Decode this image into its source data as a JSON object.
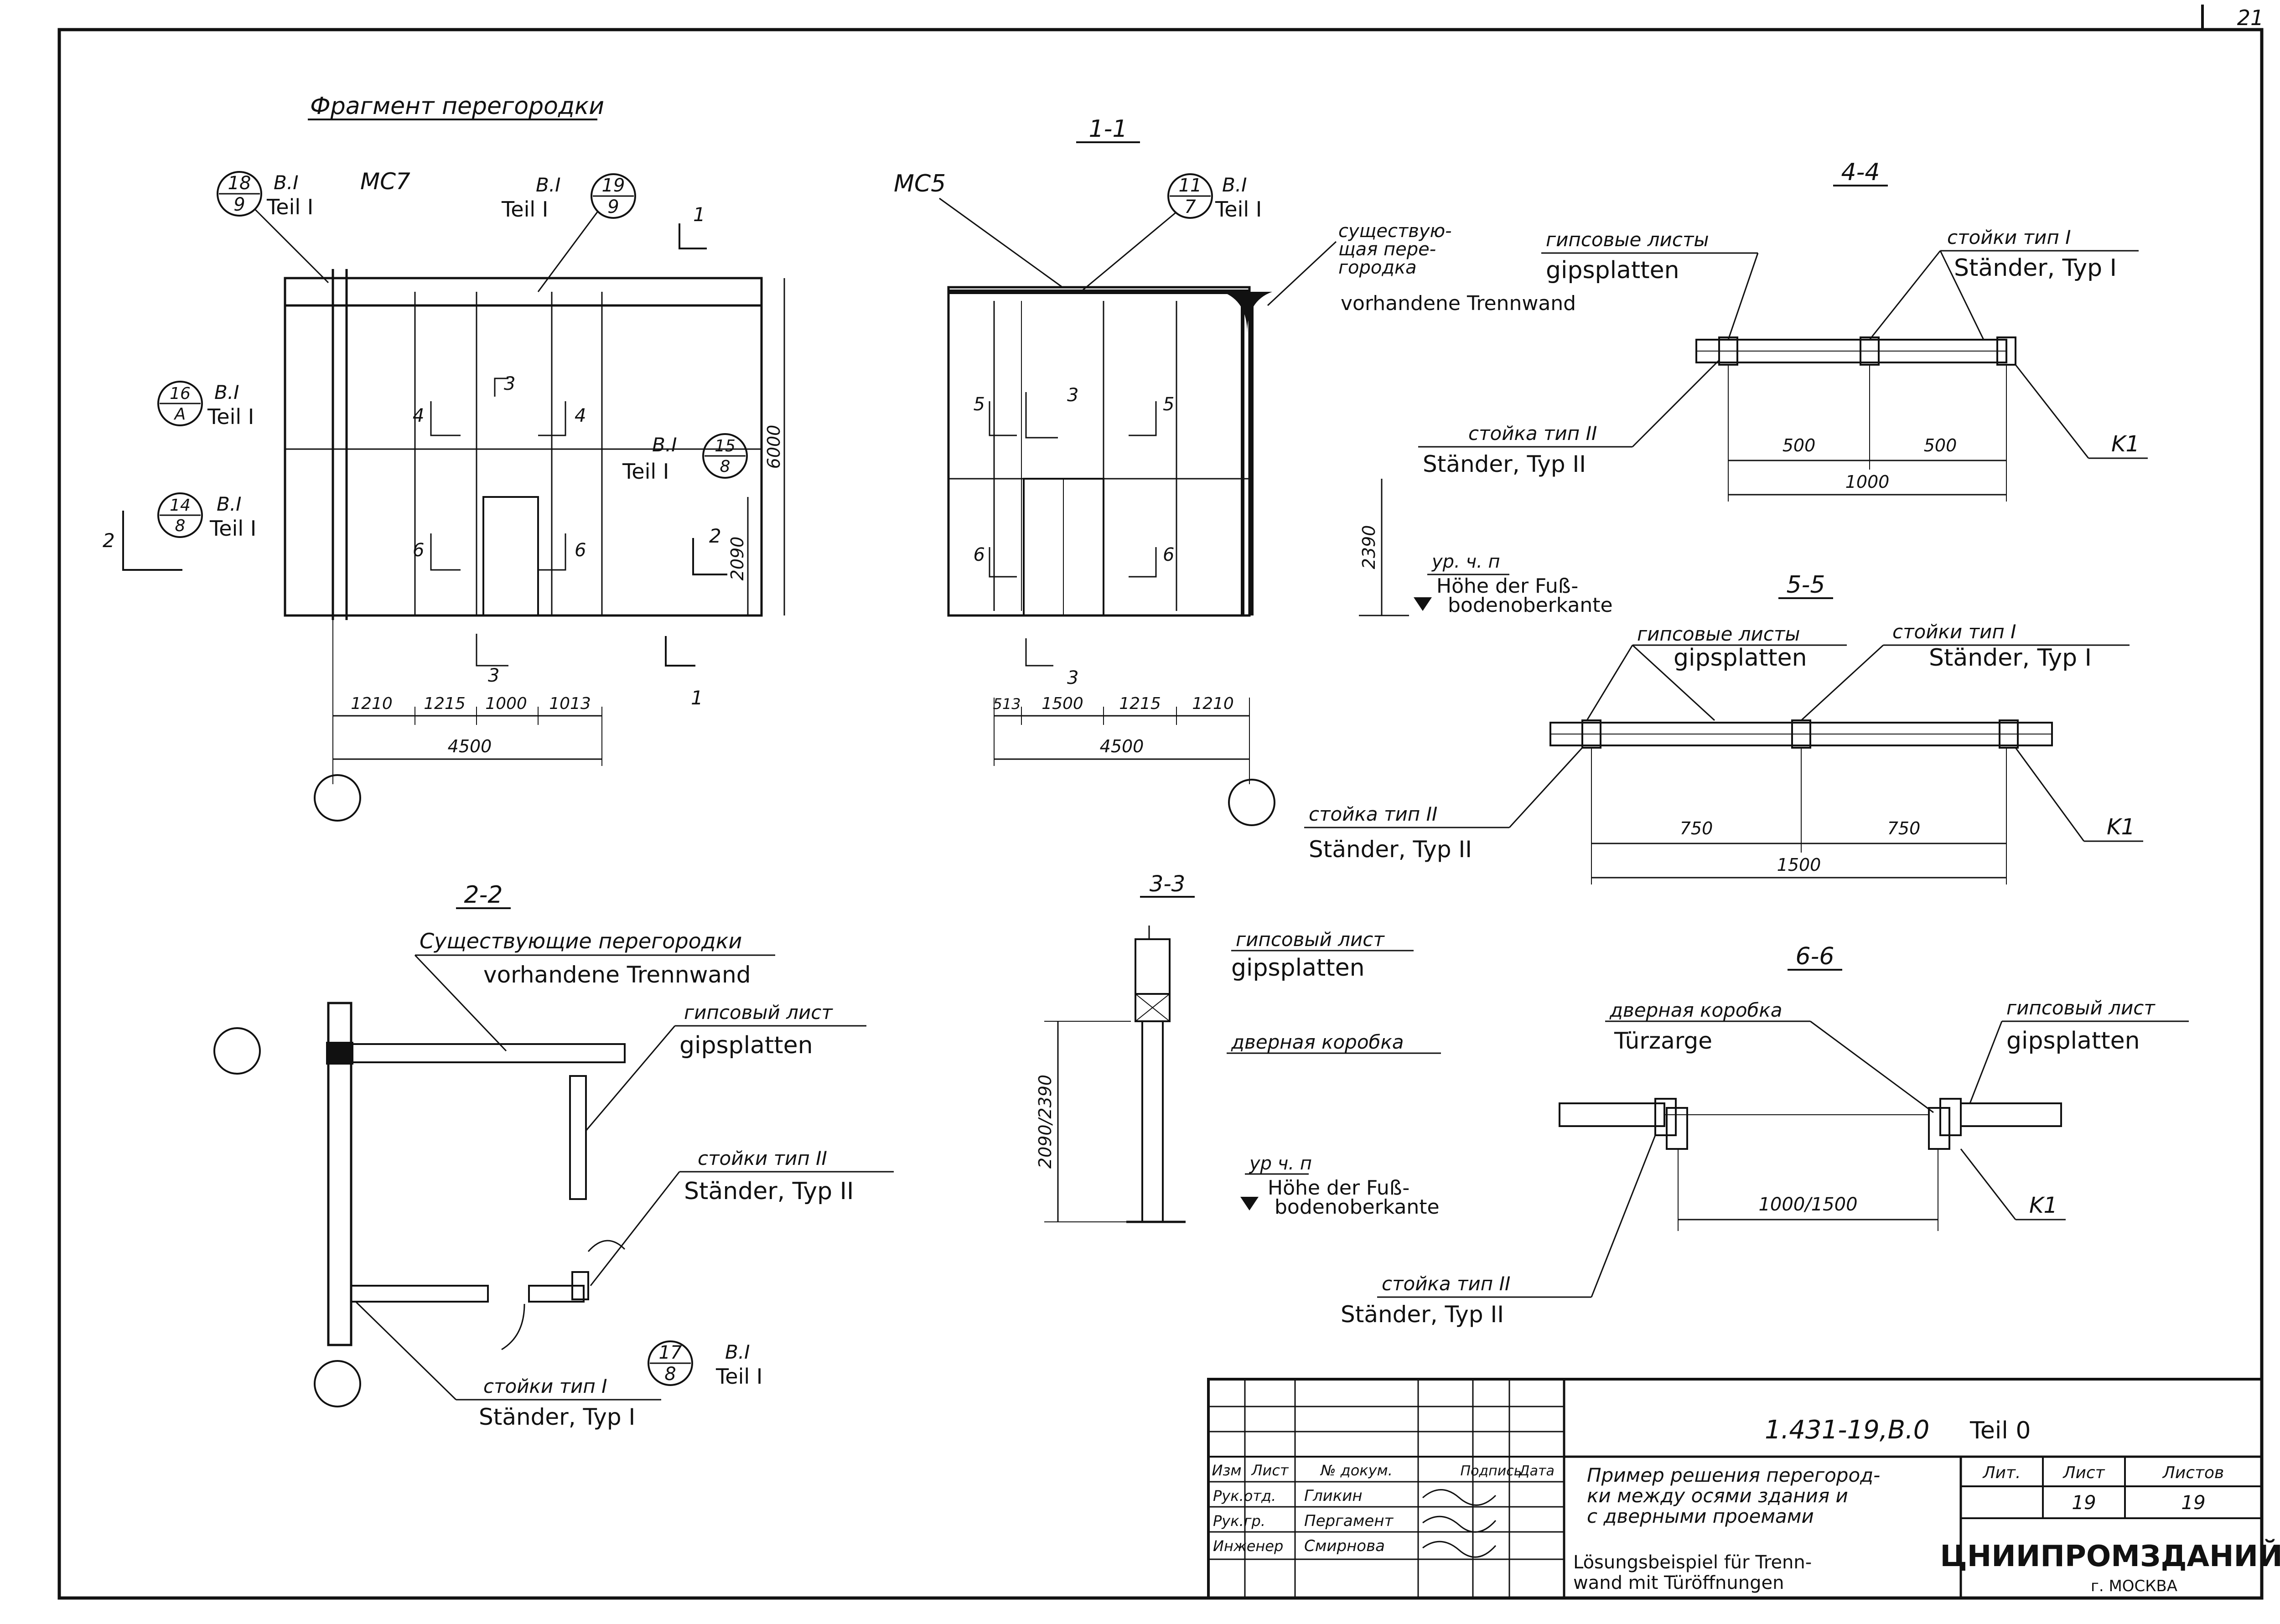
{
  "sheet_corner": "21",
  "fragment": {
    "title": "Фрагмент перегородки",
    "mc7": "МС7",
    "callouts": [
      {
        "num": "18",
        "sheet": "9",
        "text": "B.I",
        "teil": "Teil I"
      },
      {
        "num": "19",
        "sheet": "9",
        "text": "B.I",
        "teil": "Teil I"
      },
      {
        "num": "16",
        "sheet": "A",
        "text": "B.I",
        "teil": "Teil I"
      },
      {
        "num": "14",
        "sheet": "8",
        "text": "B.I",
        "teil": "Teil I"
      },
      {
        "num": "15",
        "sheet": "8",
        "text": "B.I",
        "teil": "Teil I"
      }
    ],
    "section_marks": [
      "1",
      "1",
      "2",
      "2",
      "3",
      "3",
      "4",
      "4",
      "6",
      "6"
    ],
    "dims_bottom": [
      "1210",
      "1215",
      "1000",
      "1013"
    ],
    "dim_total": "4500",
    "dim_height": "6000",
    "dim_door": "2090"
  },
  "section_1_1": {
    "title": "1-1",
    "mc5": "МС5",
    "callout": {
      "num": "11",
      "sheet": "7",
      "text": "B.I",
      "teil": "Teil I"
    },
    "existing_ru": "существую-щая пере-городка",
    "existing_de": "vorhandene Trennwand",
    "level_ru": "ур. ч. п",
    "level_de": "Höhe der Fuß-bodenoberkante",
    "marks": [
      "5",
      "3",
      "5",
      "6",
      "6",
      "3"
    ],
    "dims_bottom": [
      "513",
      "1500",
      "1215",
      "1210"
    ],
    "dim_total": "4500",
    "dim_height": "2390"
  },
  "section_4_4": {
    "title": "4-4",
    "gips_ru": "гипсовые листы",
    "gips_de": "gipsplatten",
    "st1_ru": "стойки тип I",
    "st1_de": "Ständer, Typ I",
    "st2_ru": "стойка тип II",
    "st2_de": "Ständer, Typ II",
    "dims": [
      "500",
      "500"
    ],
    "dim_total": "1000",
    "k1": "K1"
  },
  "section_5_5": {
    "title": "5-5",
    "gips_ru": "гипсовые листы",
    "gips_de": "gipsplatten",
    "st1_ru": "стойки тип I",
    "st1_de": "Ständer, Typ I",
    "st2_ru": "стойка тип II",
    "st2_de": "Ständer, Typ II",
    "dims": [
      "750",
      "750"
    ],
    "dim_total": "1500",
    "k1": "K1"
  },
  "section_2_2": {
    "title": "2-2",
    "existing_ru": "Существующие перегородки",
    "existing_de": "vorhandene Trennwand",
    "gips_ru": "гипсовый лист",
    "gips_de": "gipsplatten",
    "st2_ru": "стойки тип II",
    "st2_de": "Ständer, Typ II",
    "st1_ru": "стойки тип I",
    "st1_de": "Ständer, Typ I",
    "callout": {
      "num": "17",
      "sheet": "8",
      "text": "B.I",
      "teil": "Teil I"
    }
  },
  "section_3_3": {
    "title": "3-3",
    "gips_ru": "гипсовый лист",
    "gips_de": "gipsplatten",
    "door_ru": "дверная коробка",
    "level_ru": "ур ч. п",
    "level_de": "Höhe der Fuß-bodenoberkante",
    "dim": "2090/2390"
  },
  "section_6_6": {
    "title": "6-6",
    "door_ru": "дверная коробка",
    "door_de": "Türzarge",
    "gips_ru": "гипсовый лист",
    "gips_de": "gipsplatten",
    "st2_ru": "стойка тип II",
    "st2_de": "Ständer, Typ II",
    "dim": "1000/1500",
    "k1": "K1"
  },
  "title_block": {
    "code": "1.431-19,B.0",
    "teil": "Teil 0",
    "headers": [
      "Изм",
      "Лист",
      "№ докум.",
      "Подпись",
      "Дата"
    ],
    "rows": [
      {
        "role": "Рук.отд.",
        "name": "Гликин"
      },
      {
        "role": "Рук.гр.",
        "name": "Пергамент"
      },
      {
        "role": "Инженер",
        "name": "Смирнова"
      }
    ],
    "desc_ru": "Пример решения перегород-ки между осями здания и с дверными проемами",
    "desc_de": "Lösungsbeispiel für Trenn-wand mit Türöffnungen",
    "lit_label": "Лит.",
    "sheet_label": "Лист",
    "sheets_label": "Листов",
    "sheet_value": "19",
    "sheets_value": "19",
    "org": "ЦНИИПРОМЗДАНИЙ",
    "city": "г. МОСКВА"
  }
}
